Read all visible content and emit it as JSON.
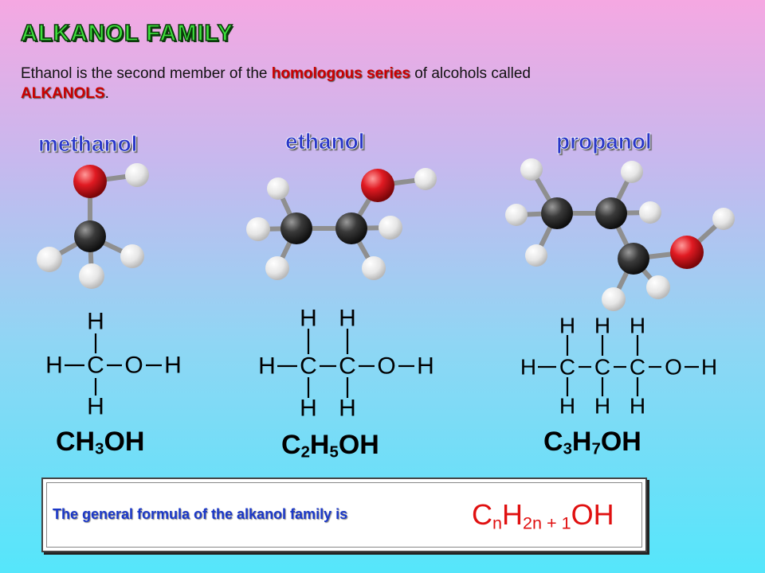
{
  "title": "ALKANOL FAMILY",
  "intro": {
    "part1": "Ethanol is the second member of the ",
    "highlight1": "homologous series",
    "part2": " of alcohols called ",
    "highlight2": "ALKANOLS",
    "part3": "."
  },
  "molecules": [
    {
      "name": "methanol",
      "formula_parts": [
        "CH",
        "3",
        "OH"
      ]
    },
    {
      "name": "ethanol",
      "formula_parts": [
        "C",
        "2",
        "H",
        "5",
        "OH"
      ]
    },
    {
      "name": "propanol",
      "formula_parts": [
        "C",
        "3",
        "H",
        "7",
        "OH"
      ]
    }
  ],
  "atoms": {
    "H": "H",
    "C": "C",
    "O": "O"
  },
  "general": {
    "text": "The general formula of the alkanol family is",
    "formula_parts": [
      "C",
      "n",
      "H",
      "2n + 1",
      "OH"
    ]
  },
  "colors": {
    "title": "#3fe03c",
    "molecule_name": "#2a37c8",
    "highlight": "#cc0000",
    "general_text": "#1b38c8",
    "general_formula": "#e01010",
    "carbon": "#2a2a2a",
    "oxygen": "#d8141b",
    "hydrogen": "#e8e8e8"
  }
}
